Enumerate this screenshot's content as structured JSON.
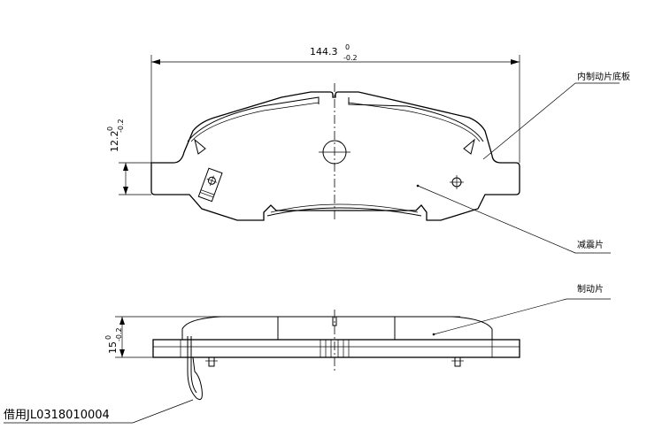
{
  "dimensions": {
    "width": {
      "nominal": "144.3",
      "upper": "0",
      "lower": "-0.2"
    },
    "backplate_thickness": {
      "nominal": "12.2",
      "upper": "0",
      "lower": "-0.2"
    },
    "total_thickness": {
      "nominal": "15",
      "upper": "0",
      "lower": "-0.2"
    }
  },
  "labels": {
    "backplate": "内制动片底板",
    "shim": "减震片",
    "friction": "制动片",
    "part_ref": "借用JL0318010004"
  }
}
